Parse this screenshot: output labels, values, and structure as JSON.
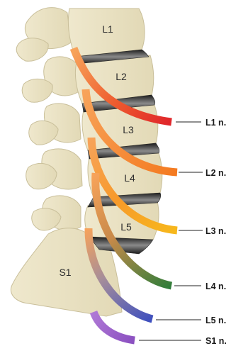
{
  "vertebrae": [
    {
      "id": "L1",
      "label": "L1"
    },
    {
      "id": "L2",
      "label": "L2"
    },
    {
      "id": "L3",
      "label": "L3"
    },
    {
      "id": "L4",
      "label": "L4"
    },
    {
      "id": "L5",
      "label": "L5"
    },
    {
      "id": "S1",
      "label": "S1"
    }
  ],
  "nerves": [
    {
      "id": "L1",
      "label": "L1 n.",
      "color": "#e0262b"
    },
    {
      "id": "L2",
      "label": "L2 n.",
      "color": "#f47a20"
    },
    {
      "id": "L3",
      "label": "L3 n.",
      "color": "#f7b81c"
    },
    {
      "id": "L4",
      "label": "L4 n.",
      "color": "#2f7d3a"
    },
    {
      "id": "L5",
      "label": "L5 n.",
      "color": "#3d4fbf"
    },
    {
      "id": "S1",
      "label": "S1 n.",
      "color": "#8a4fc0"
    }
  ],
  "colors": {
    "bone": "#ece4c6",
    "bone_edge": "#c9bf9a",
    "bone_shadow": "#d8cfae",
    "disc": "#3a3a3a",
    "leader_line": "#222222"
  }
}
